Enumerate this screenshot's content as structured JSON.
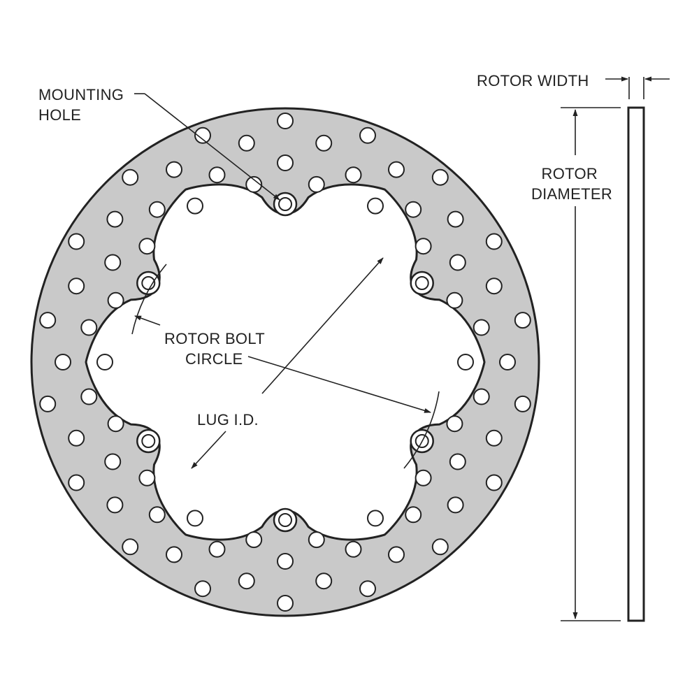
{
  "labels": {
    "mounting_hole": [
      "MOUNTING",
      "HOLE"
    ],
    "rotor_width": "ROTOR WIDTH",
    "rotor_diameter": [
      "ROTOR",
      "DIAMETER"
    ],
    "rotor_bolt_circle": [
      "ROTOR BOLT",
      "CIRCLE"
    ],
    "lug_id": "LUG I.D."
  },
  "colors": {
    "rotor_face": "#c9c9c9",
    "outline": "#222222",
    "background": "#ffffff"
  },
  "rotor": {
    "bolt_count": 6,
    "drilled_hole_rings": 4
  }
}
